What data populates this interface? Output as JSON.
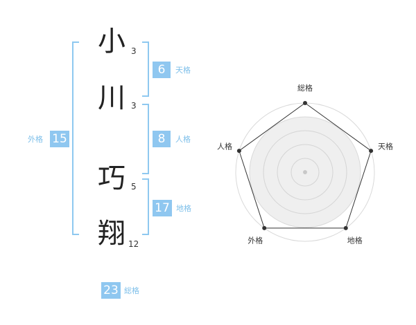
{
  "name": {
    "characters": [
      {
        "char": "小",
        "strokes": "3"
      },
      {
        "char": "川",
        "strokes": "3"
      },
      {
        "char": "巧",
        "strokes": "5"
      },
      {
        "char": "翔",
        "strokes": "12"
      }
    ]
  },
  "fortunes": {
    "tenkaku": {
      "value": "6",
      "label": "天格"
    },
    "jinkaku": {
      "value": "8",
      "label": "人格"
    },
    "chikaku": {
      "value": "17",
      "label": "地格"
    },
    "gaikaku": {
      "value": "15",
      "label": "外格"
    },
    "soukaku": {
      "value": "23",
      "label": "総格"
    }
  },
  "colors": {
    "accent": "#8fc7f0",
    "bracket": "#8ec8f0",
    "label": "#7fc0ea"
  },
  "chart_data": {
    "type": "radar",
    "axes": [
      "総格",
      "天格",
      "地格",
      "外格",
      "人格"
    ],
    "values": [
      4,
      4,
      4,
      4,
      4
    ],
    "max": 4,
    "rings": 4
  }
}
